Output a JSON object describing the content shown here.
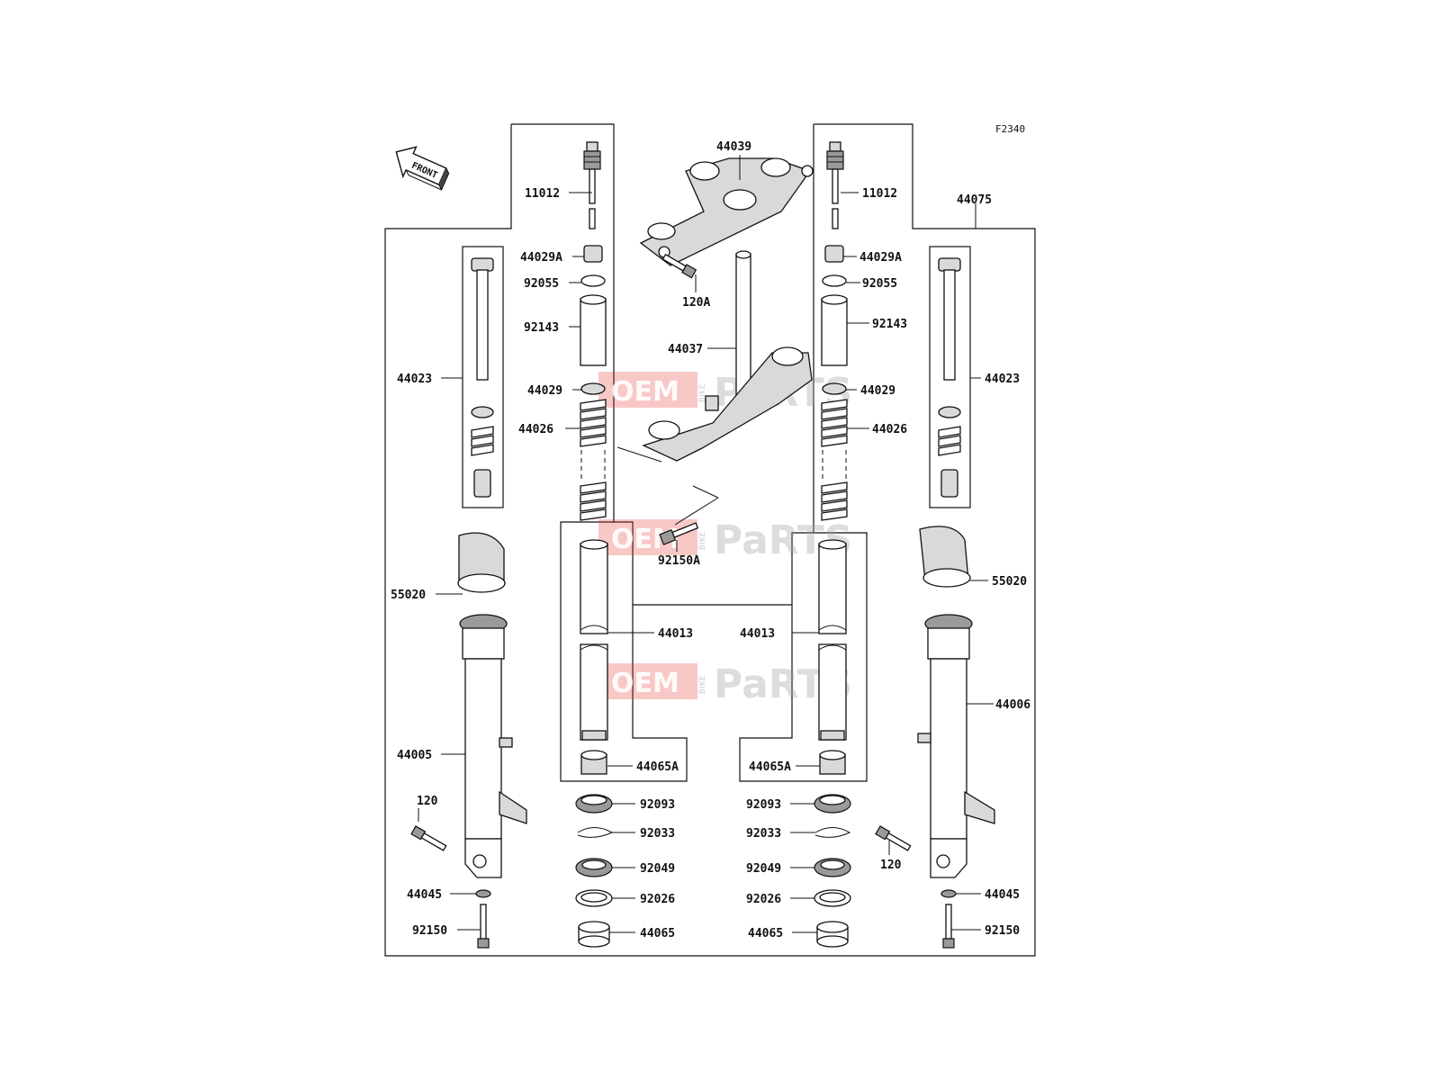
{
  "figure_code": "F2340",
  "front_arrow": {
    "label": "FRONT",
    "icon": "front-direction-arrow-icon"
  },
  "watermark": {
    "red_part": "OEM",
    "middle": "BIKE",
    "gray_part": "PaRTS"
  },
  "colors": {
    "watermark_red": "#e53935",
    "watermark_gray": "#9e9e9e",
    "line": "#111111"
  },
  "labels": {
    "p11012_left": "11012",
    "p11012_right": "11012",
    "p44029A_left": "44029A",
    "p44029A_right": "44029A",
    "p92055_left": "92055",
    "p92055_right": "92055",
    "p92143_left": "92143",
    "p92143_right": "92143",
    "p44029_left": "44029",
    "p44029_right": "44029",
    "p44026_left": "44026",
    "p44026_right": "44026",
    "p44023_left": "44023",
    "p44023_right": "44023",
    "p44039": "44039",
    "p120A": "120A",
    "p44037": "44037",
    "p92150A": "92150A",
    "p44075": "44075",
    "p55020_left": "55020",
    "p55020_right": "55020",
    "p44013_left": "44013",
    "p44013_right": "44013",
    "p44065A_left": "44065A",
    "p44065A_right": "44065A",
    "p44005": "44005",
    "p44006": "44006",
    "p120_left": "120",
    "p120_right": "120",
    "p92093_left": "92093",
    "p92093_right": "92093",
    "p92033_left": "92033",
    "p92033_right": "92033",
    "p92049_left": "92049",
    "p92049_right": "92049",
    "p92026_left": "92026",
    "p92026_right": "92026",
    "p44065_left": "44065",
    "p44065_right": "44065",
    "p44045_left": "44045",
    "p44045_right": "44045",
    "p92150_left": "92150",
    "p92150_right": "92150"
  }
}
